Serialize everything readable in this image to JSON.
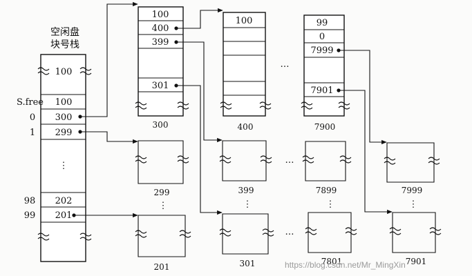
{
  "stack": {
    "title_line1": "空闲盘",
    "title_line2": "块号栈",
    "top_value": "100",
    "sfree_label": "S.free",
    "cells": [
      {
        "index": "",
        "value": "100"
      },
      {
        "index": "0",
        "value": "300"
      },
      {
        "index": "1",
        "value": "299"
      },
      {
        "index": "",
        "value": "⋮"
      },
      {
        "index": "98",
        "value": "202"
      },
      {
        "index": "99",
        "value": "201"
      }
    ]
  },
  "groups": [
    {
      "caption": "300",
      "cells": [
        "100",
        "400",
        "399",
        "301"
      ]
    },
    {
      "caption": "400",
      "cells": [
        "100"
      ]
    },
    {
      "caption": "7900",
      "cells": [
        "99",
        "0",
        "7999",
        "7901"
      ]
    }
  ],
  "blocks": [
    {
      "caption": "299"
    },
    {
      "caption": "399"
    },
    {
      "caption": "7899"
    },
    {
      "caption": "7999"
    },
    {
      "caption": "201"
    },
    {
      "caption": "301"
    },
    {
      "caption": "7801"
    },
    {
      "caption": "7901"
    }
  ],
  "ellipsis": "…",
  "vdots": "⋮",
  "watermark": "https://blog.csdn.net/Mr_MingXin"
}
